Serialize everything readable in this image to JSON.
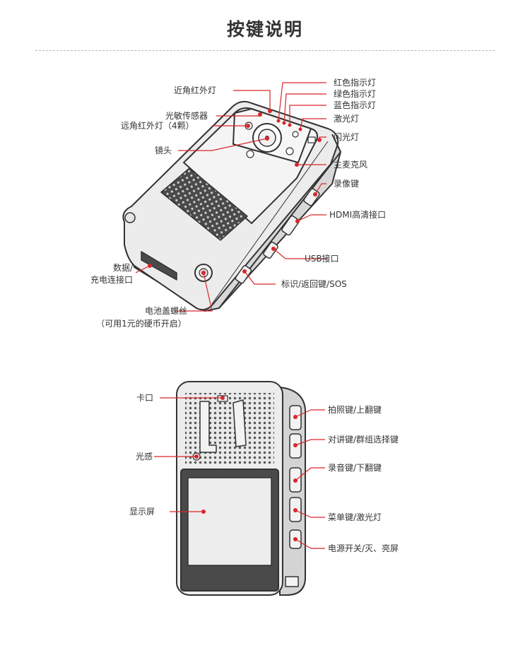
{
  "title": "按键说明",
  "colors": {
    "accent": "#d9262c",
    "line": "#333333",
    "body_fill": "#e9e9e9",
    "dark_fill": "#4a4a4a"
  },
  "top_view": {
    "labels": {
      "near_ir": "近角红外灯",
      "photo_sensor": "光敏传感器",
      "far_ir": "远角红外灯（4颗）",
      "lens": "镜头",
      "red_led": "红色指示灯",
      "green_led": "绿色指示灯",
      "blue_led": "蓝色指示灯",
      "laser": "激光灯",
      "flash": "闪光灯",
      "mic": "主麦克风",
      "record_key": "录像键",
      "hdmi": "HDMI高清接口",
      "usb": "USB接口",
      "mark_key": "标识/返回键/SOS",
      "data_port_1": "数据/",
      "data_port_2": "充电连接口",
      "battery_screw_1": "电池盖螺丝",
      "battery_screw_2": "（可用1元的硬币开启）"
    }
  },
  "back_view": {
    "labels": {
      "card_slot": "卡口",
      "light_sense": "光感",
      "display": "显示屏",
      "photo_key": "拍照键/上翻键",
      "intercom_key": "对讲键/群组选择键",
      "audio_key": "录音键/下翻键",
      "menu_key": "菜单键/激光灯",
      "power_key": "电源开关/灭、亮屏"
    }
  }
}
